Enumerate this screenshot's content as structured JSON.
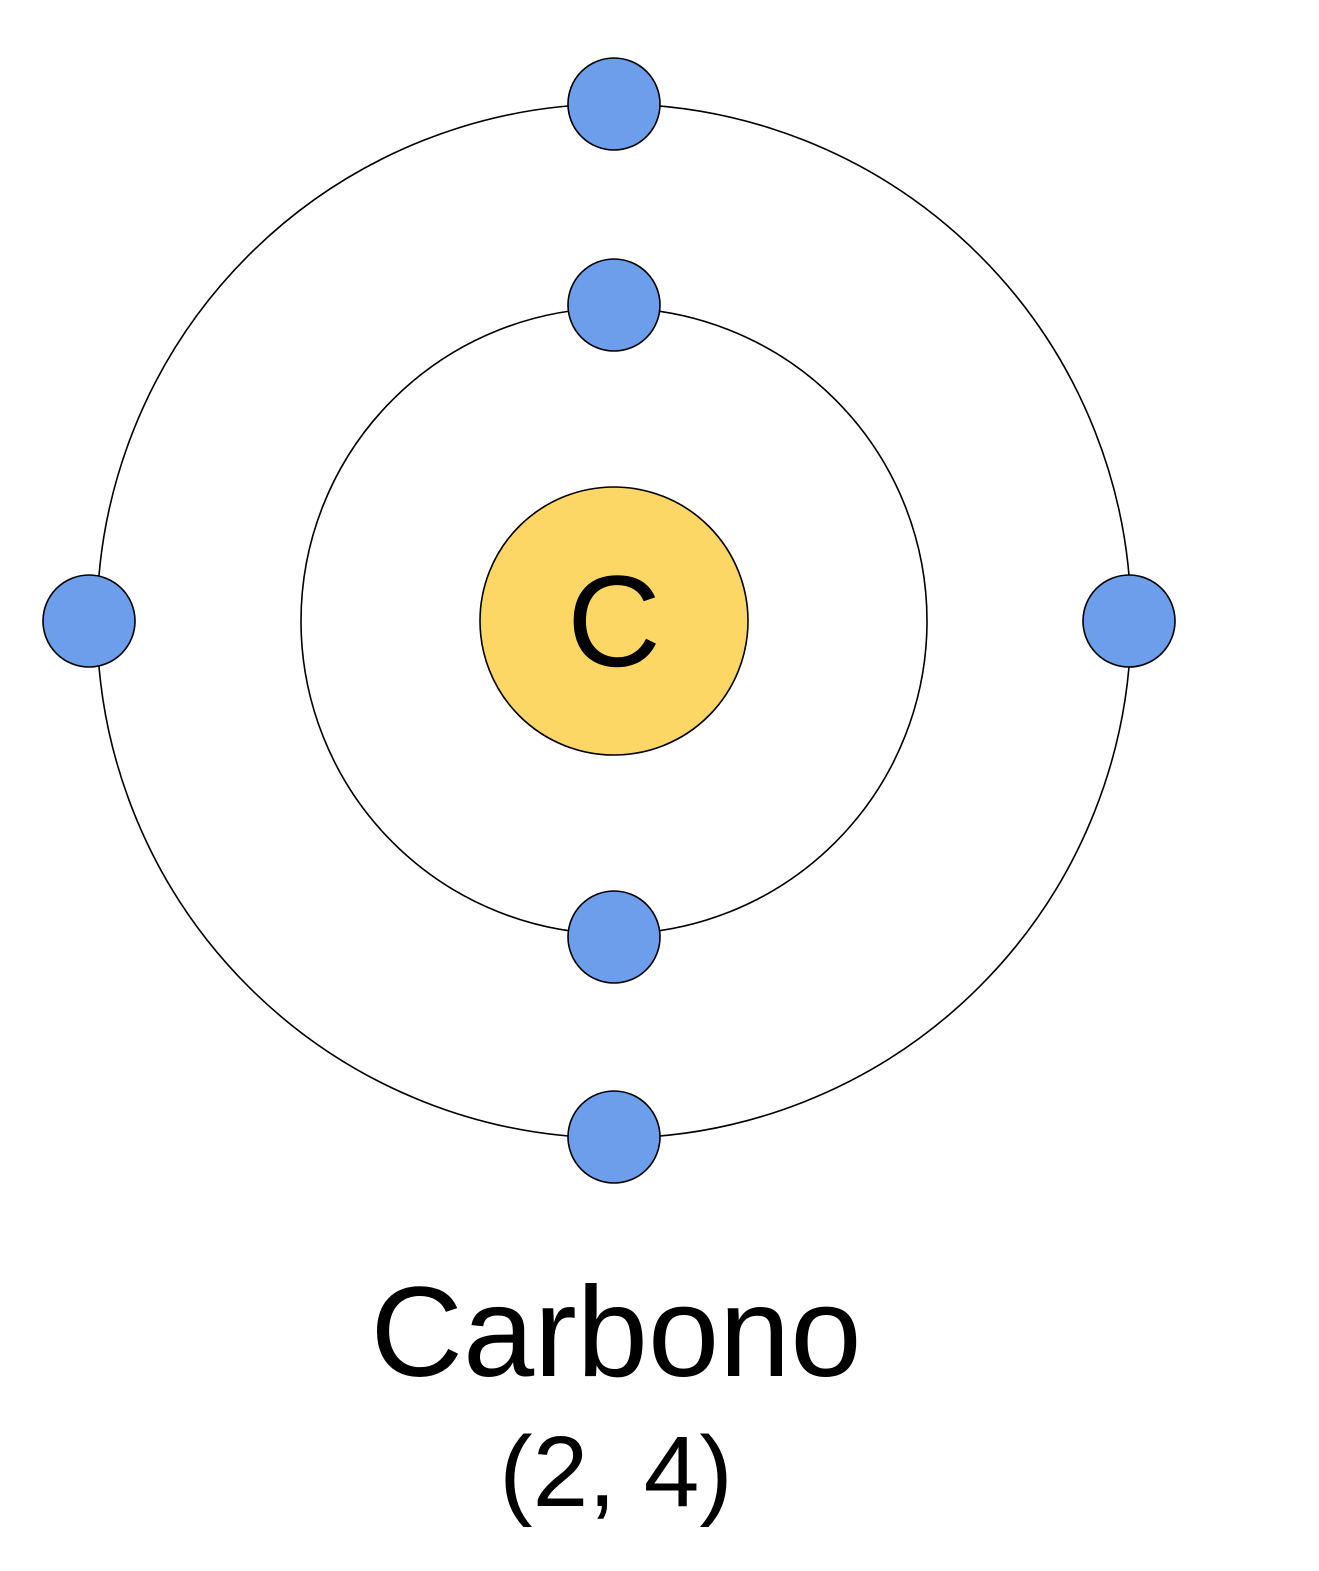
{
  "atom": {
    "symbol": "C",
    "name": "Carbono",
    "configuration": "(2, 4)",
    "shells": [
      {
        "electrons": 2
      },
      {
        "electrons": 4
      }
    ]
  },
  "colors": {
    "nucleus": "#FDD766",
    "electron": "#6D9EEB",
    "orbit": "#000000",
    "text": "#000000"
  }
}
